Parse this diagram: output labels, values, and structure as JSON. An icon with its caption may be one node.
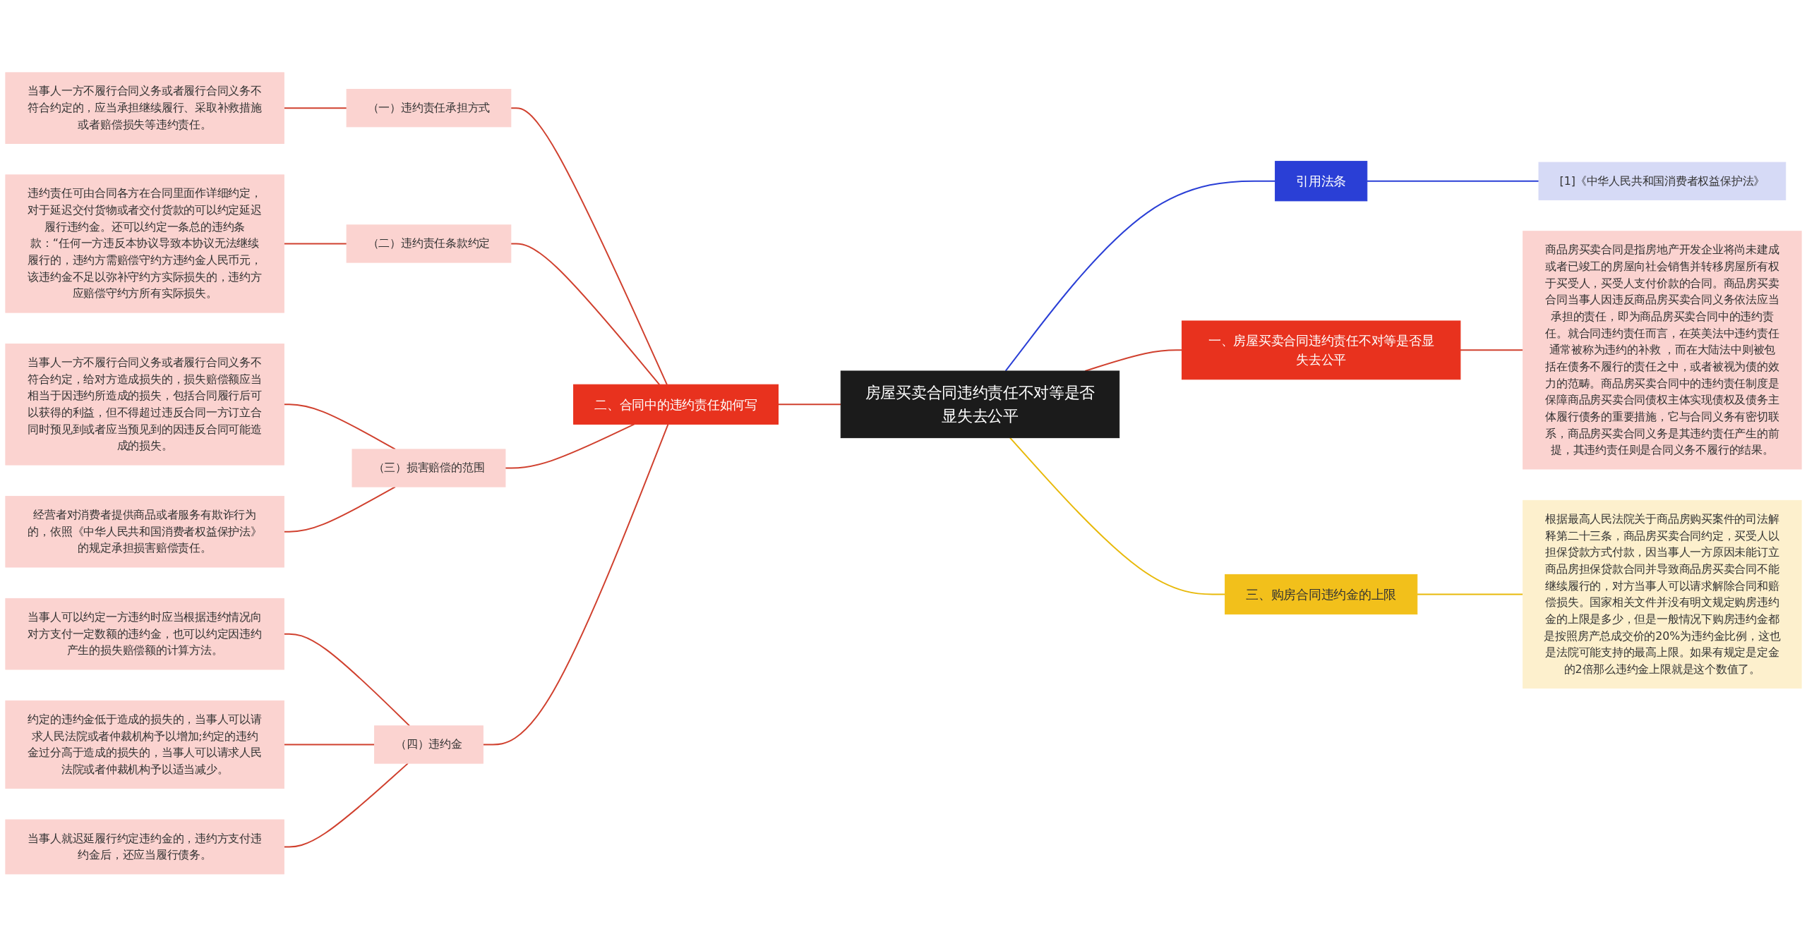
{
  "diagram": {
    "nodes": [
      {
        "text": [
          "房屋买卖合同违约责任不对等是否显失去公平"
        ]
      },
      {
        "text": [
          "二、合同中的违约责任如何写"
        ]
      },
      {
        "text": [
          "（一）违约责任承担方式"
        ]
      },
      {
        "text": [
          "当事人一方不履行合同义务或者履行合同义务不符合约定的，应当承担继续履行、采取补救措施或者赔偿损失等违约责任。"
        ]
      },
      {
        "text": [
          "（二）违约责任条款约定"
        ]
      },
      {
        "text": [
          "违约责任可由合同各方在合同里面作详细约定，对于延迟交付货物或者交付货款的可以约定延迟履行违约金。还可以约定一条总的违约条款：“任何一方违反本协议导致本协议无法继续履行的，违约方需赔偿守约方违约金人民币元，该违约金不足以弥补守约方实际损失的，违约方应赔偿守约方所有实际损失。"
        ]
      },
      {
        "text": [
          "（三）损害赔偿的范围"
        ]
      },
      {
        "text": [
          "当事人一方不履行合同义务或者履行合同义务不符合约定，给对方造成损失的，损失赔偿额应当相当于因违约所造成的损失，包括合同履行后可以获得的利益，但不得超过违反合同一方订立合同时预见到或者应当预见到的因违反合同可能造成的损失。"
        ]
      },
      {
        "text": [
          "经营者对消费者提供商品或者服务有欺诈行为的，依照《中华人民共和国消费者权益保护法》的规定承担损害赔偿责任。"
        ]
      },
      {
        "text": [
          "（四）违约金"
        ]
      },
      {
        "text": [
          "当事人可以约定一方违约时应当根据违约情况向对方支付一定数额的违约金，也可以约定因违约产生的损失赔偿额的计算方法。"
        ]
      },
      {
        "text": [
          "约定的违约金低于造成的损失的，当事人可以请求人民法院或者仲裁机构予以增加;约定的违约金过分高于造成的损失的，当事人可以请求人民法院或者仲裁机构予以适当减少。"
        ]
      },
      {
        "text": [
          "当事人就迟延履行约定违约金的，违约方支付违约金后，还应当履行债务。"
        ]
      },
      {
        "text": [
          "引用法条"
        ]
      },
      {
        "text": [
          "[1]《中华人民共和国消费者权益保护法》"
        ]
      },
      {
        "text": [
          "一、房屋买卖合同违约责任不对等是否显失去公平"
        ]
      },
      {
        "text": [
          "商品房买卖合同是指房地产开发企业将尚未建成或者已竣工的房屋向社会销售并转移房屋所有权于买受人，买受人支付价款的合同。商品房买卖合同当事人因违反商品房买卖合同义务依法应当承担的责任，即为商品房买卖合同中的违约责任。就合同违约责任而言，在英美法中违约责任通常被称为违约的补救 ，而在大陆法中则被包括在债务不履行的责任之中，或者被视为债的效力的范畴。商品房买卖合同中的违约责任制度是保障商品房买卖合同债权主体实现债权及债务主体履行债务的重要措施，它与合同义务有密切联系，商品房买卖合同义务是其违约责任产生的前提，其违约责任则是合同义务不履行的结果。"
        ]
      },
      {
        "text": [
          "三、购房合同违约金的上限"
        ]
      },
      {
        "text": [
          "根据最高人民法院关于商品房购买案件的司法解释第二十三条，商品房买卖合同约定，买受人以担保贷款方式付款，因当事人一方原因未能订立商品房担保贷款合同并导致商品房买卖合同不能继续履行的，对方当事人可以请求解除合同和赔偿损失。国家相关文件并没有明文规定购房违约金的上限是多少，但是一般情况下购房违约金都是按照房产总成交价的20%为违约金比例，这也是法院可能支持的最高上限。如果有规定是定金的2倍那么违约金上限就是这个数值了。"
        ]
      }
    ],
    "edges": [
      {
        "from": 0,
        "to": 1,
        "arrow": "none"
      },
      {
        "from": 1,
        "to": 2,
        "arrow": "none"
      },
      {
        "from": 2,
        "to": 3,
        "arrow": "none"
      },
      {
        "from": 1,
        "to": 4,
        "arrow": "none"
      },
      {
        "from": 4,
        "to": 5,
        "arrow": "none"
      },
      {
        "from": 1,
        "to": 6,
        "arrow": "none"
      },
      {
        "from": 6,
        "to": 7,
        "arrow": "none"
      },
      {
        "from": 6,
        "to": 8,
        "arrow": "none"
      },
      {
        "from": 1,
        "to": 9,
        "arrow": "none"
      },
      {
        "from": 9,
        "to": 10,
        "arrow": "none"
      },
      {
        "from": 9,
        "to": 11,
        "arrow": "none"
      },
      {
        "from": 9,
        "to": 12,
        "arrow": "none"
      },
      {
        "from": 0,
        "to": 13,
        "arrow": "none",
        "color": "#2a3fd6"
      },
      {
        "from": 13,
        "to": 14,
        "arrow": "none",
        "color": "#2a3fd6"
      },
      {
        "from": 0,
        "to": 15,
        "arrow": "none"
      },
      {
        "from": 15,
        "to": 16,
        "arrow": "none"
      },
      {
        "from": 0,
        "to": 17,
        "arrow": "none",
        "color": "#e8b90a"
      },
      {
        "from": 17,
        "to": 18,
        "arrow": "none",
        "color": "#e8b90a"
      }
    ]
  }
}
